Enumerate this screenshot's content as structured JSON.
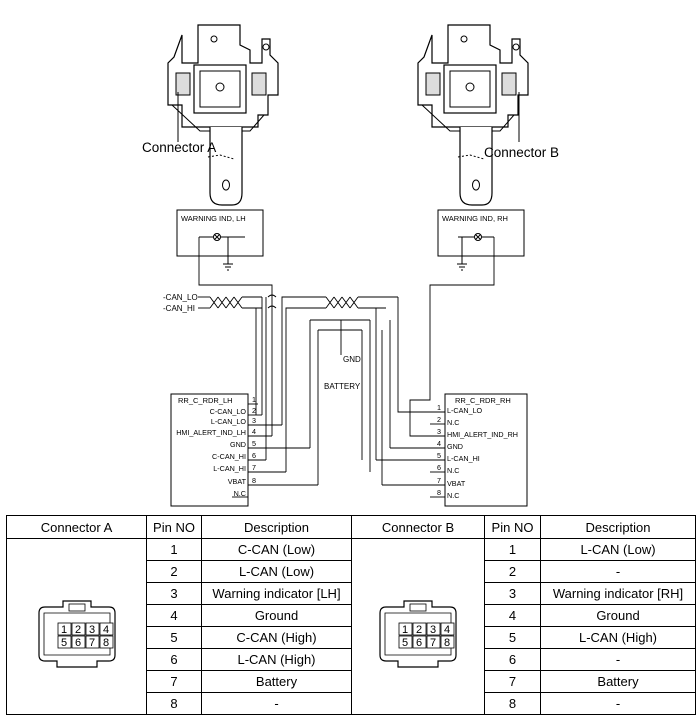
{
  "labels": {
    "connector_a": "Connector A",
    "connector_b": "Connector B",
    "warn_lh": "WARNING IND, LH",
    "warn_rh": "WARNING IND, RH",
    "can_lo": "-CAN_LO",
    "can_hi": "-CAN_HI",
    "gnd": "GND",
    "battery": "BATTERY"
  },
  "ecu_lh": {
    "title": "RR_C_RDR_LH",
    "pins": [
      {
        "no": "1",
        "name": ""
      },
      {
        "no": "2",
        "name": "C-CAN_LO"
      },
      {
        "no": "3",
        "name": "L-CAN_LO"
      },
      {
        "no": "4",
        "name": "HMI_ALERT_IND_LH"
      },
      {
        "no": "5",
        "name": "GND"
      },
      {
        "no": "6",
        "name": "C-CAN_HI"
      },
      {
        "no": "7",
        "name": "L-CAN_HI"
      },
      {
        "no": "8",
        "name": "VBAT"
      },
      {
        "no": "",
        "name": "N.C"
      }
    ]
  },
  "ecu_rh": {
    "title": "RR_C_RDR_RH",
    "pins": [
      {
        "no": "1",
        "name": "L-CAN_LO"
      },
      {
        "no": "2",
        "name": "N.C"
      },
      {
        "no": "3",
        "name": "HMI_ALERT_IND_RH"
      },
      {
        "no": "4",
        "name": "GND"
      },
      {
        "no": "5",
        "name": "L-CAN_HI"
      },
      {
        "no": "6",
        "name": "N.C"
      },
      {
        "no": "7",
        "name": "VBAT"
      },
      {
        "no": "8",
        "name": "N.C"
      }
    ]
  },
  "table": {
    "headers": [
      "Connector A",
      "Pin NO",
      "Description",
      "Connector B",
      "Pin NO",
      "Description"
    ],
    "connector_face": [
      "1",
      "2",
      "3",
      "4",
      "5",
      "6",
      "7",
      "8"
    ],
    "rows": [
      {
        "pin_a": "1",
        "desc_a": "C-CAN (Low)",
        "pin_b": "1",
        "desc_b": "L-CAN (Low)"
      },
      {
        "pin_a": "2",
        "desc_a": "L-CAN (Low)",
        "pin_b": "2",
        "desc_b": "-"
      },
      {
        "pin_a": "3",
        "desc_a": "Warning indicator [LH]",
        "pin_b": "3",
        "desc_b": "Warning indicator [RH]"
      },
      {
        "pin_a": "4",
        "desc_a": "Ground",
        "pin_b": "4",
        "desc_b": "Ground"
      },
      {
        "pin_a": "5",
        "desc_a": "C-CAN (High)",
        "pin_b": "5",
        "desc_b": "L-CAN (High)"
      },
      {
        "pin_a": "6",
        "desc_a": "L-CAN (High)",
        "pin_b": "6",
        "desc_b": "-"
      },
      {
        "pin_a": "7",
        "desc_a": "Battery",
        "pin_b": "7",
        "desc_b": "Battery"
      },
      {
        "pin_a": "8",
        "desc_a": "-",
        "pin_b": "8",
        "desc_b": "-"
      }
    ]
  }
}
